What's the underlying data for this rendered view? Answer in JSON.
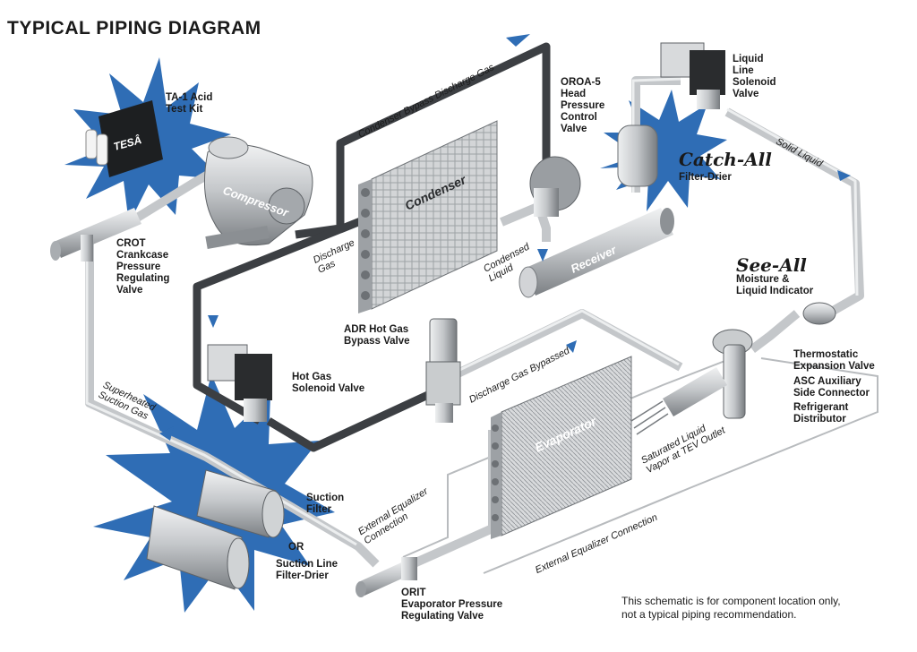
{
  "title": "TYPICAL PIPING DIAGRAM",
  "components": {
    "ta1": "TA-1 Acid\nTest Kit",
    "test_kit_brand": "TESÂ",
    "compressor": "Compressor",
    "crot": "CROT\nCrankcase\nPressure\nRegulating\nValve",
    "condenser": "Condenser",
    "oroa": "OROA-5\nHead\nPressure\nControl\nValve",
    "liquid_solenoid": "Liquid\nLine\nSolenoid\nValve",
    "catch_all_brand": "Catch-All",
    "filter_drier": "Filter-Drier",
    "receiver": "Receiver",
    "see_all_brand": "See-All",
    "moisture": "Moisture &\nLiquid Indicator",
    "hot_gas_solenoid": "Hot Gas\nSolenoid Valve",
    "adr": "ADR Hot Gas\nBypass Valve",
    "tev": "Thermostatic\nExpansion Valve",
    "asc": "ASC Auxiliary\nSide Connector",
    "distributor": "Refrigerant\nDistributor",
    "evaporator": "Evaporator",
    "suction_filter": "Suction\nFilter",
    "or": "OR",
    "suction_line": "Suction Line\nFilter-Drier",
    "orit": "ORIT\nEvaporator Pressure\nRegulating Valve"
  },
  "flows": {
    "condenser_bypass": "Condenser Bypass Discharge Gas",
    "solid_liquid": "Solid Liquid",
    "discharge_gas": "Discharge\nGas",
    "condensed_liquid": "Condensed\nLiquid",
    "superheated": "Superheated\nSuction Gas",
    "discharge_bypassed": "Discharge Gas Bypassed",
    "ext_eq_1": "External Equalizer\nConnection",
    "saturated": "Saturated Liquid\nVapor at TEV Outlet",
    "ext_eq_2": "External Equalizer Connection"
  },
  "disclaimer": "This schematic is for component location only,\nnot a typical piping recommendation.",
  "colors": {
    "starburst": "#2f6db5",
    "pipe_light": "#c4c7ca",
    "pipe_dark": "#3c3f43",
    "arrow": "#2f6db5",
    "equalizer_line": "#b8bbbe"
  }
}
